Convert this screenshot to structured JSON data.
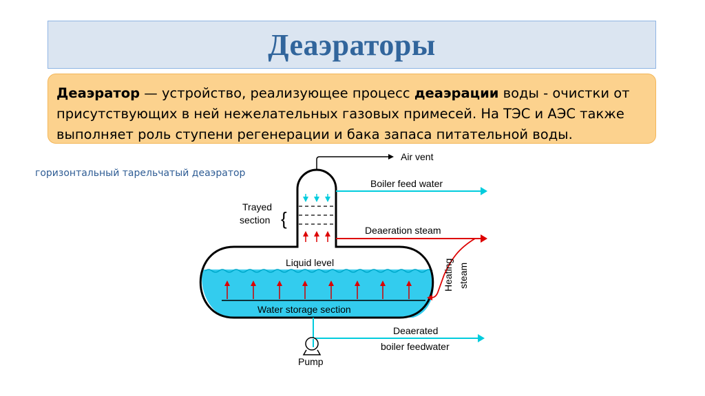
{
  "header": {
    "title": "Деаэраторы"
  },
  "definition": {
    "term": "Деаэратор",
    "part1": " — устройство, реализующее процесс ",
    "process": "деаэрации",
    "part2": " воды - очистки от присутствующих в ней нежелательных газовых примесей. На ТЭС и АЭС также выполняет роль ступени регенерации и бака запаса питательной воды."
  },
  "caption": "горизонтальный тарельчатый деаэратор",
  "diagram": {
    "air_vent": "Air vent",
    "boiler_feed_water": "Boiler feed water",
    "trayed_section_1": "Trayed",
    "trayed_section_2": "section",
    "deaeration_steam": "Deaeration steam",
    "heating_steam_1": "Heating",
    "heating_steam_2": "steam",
    "liquid_level": "Liquid level",
    "water_storage_section": "Water storage section",
    "deaerated_1": "Deaerated",
    "deaerated_2": "boiler feedwater",
    "pump": "Pump",
    "colors": {
      "water": "#00ccdd",
      "steam": "#dd0000",
      "fill": "#33ccee"
    }
  }
}
